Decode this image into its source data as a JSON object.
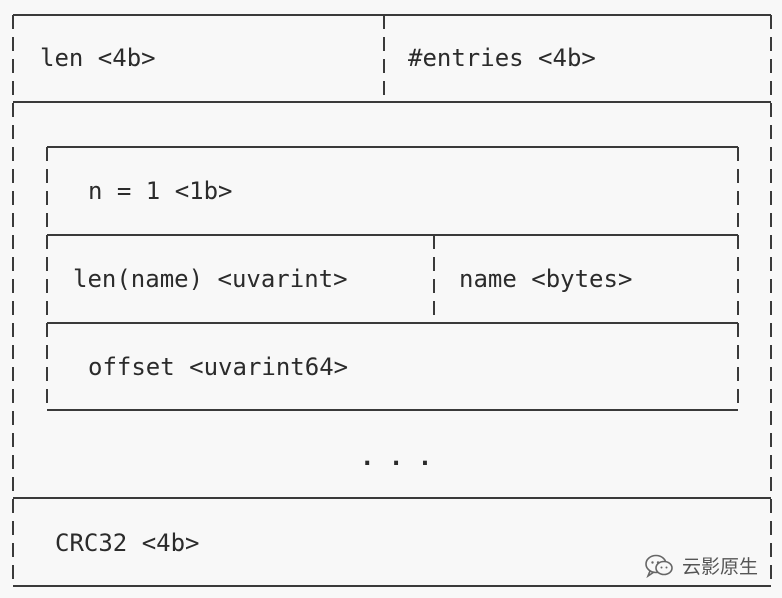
{
  "header": {
    "len_label": "len <4b>",
    "entries_label": "#entries <4b>"
  },
  "entry": {
    "n_label": "n = 1 <1b>",
    "len_name_label": "len(name) <uvarint>",
    "name_label": "name <bytes>",
    "offset_label": "offset <uvarint64>"
  },
  "ellipsis": ". . .",
  "footer": {
    "crc_label": "CRC32 <4b>"
  },
  "watermark": {
    "text": "云影原生",
    "icon": "wechat-icon"
  },
  "colors": {
    "background": "#f8f8f8",
    "stroke": "#3a3a3a",
    "text": "#2b2b2b"
  }
}
